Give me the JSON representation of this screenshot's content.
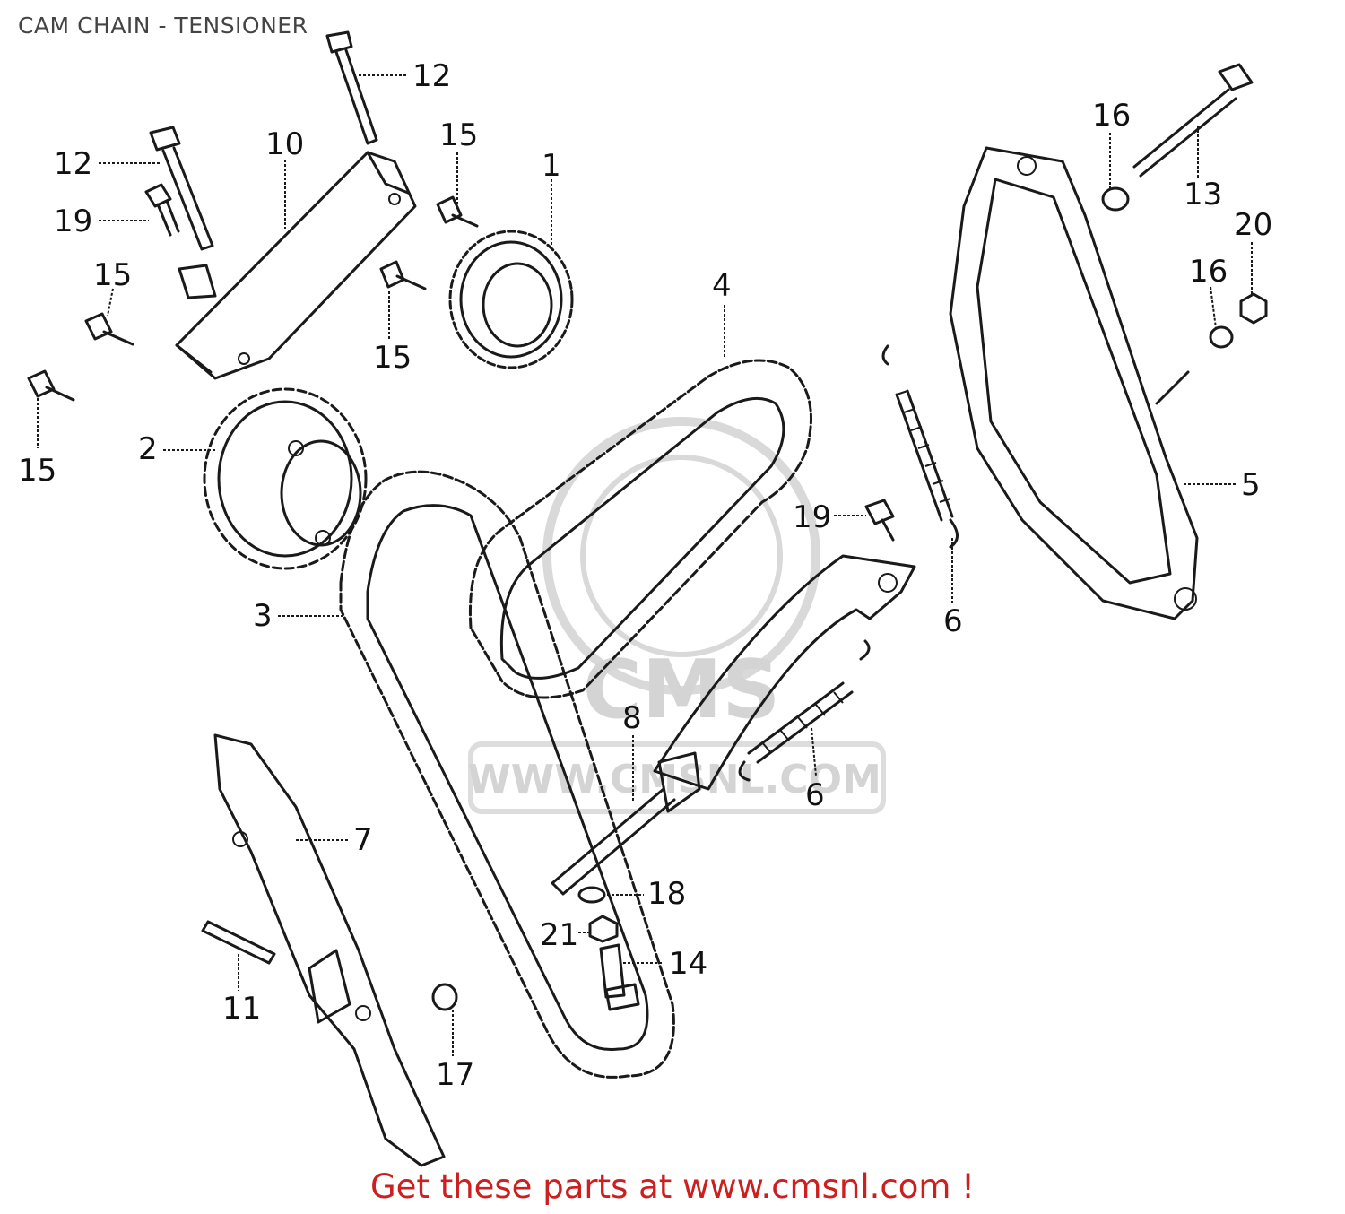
{
  "title": "CAM CHAIN - TENSIONER",
  "footer": {
    "link_text": "Get these parts at www.cmsnl.com !"
  },
  "watermark": {
    "brand": "CMS",
    "url": "WWW.CMSNL.COM"
  },
  "callouts": {
    "c1": "1",
    "c2": "2",
    "c3": "3",
    "c4": "4",
    "c5": "5",
    "c6a": "6",
    "c6b": "6",
    "c7": "7",
    "c8": "8",
    "c10": "10",
    "c11": "11",
    "c12a": "12",
    "c12b": "12",
    "c13": "13",
    "c14": "14",
    "c15a": "15",
    "c15b": "15",
    "c15c": "15",
    "c15d": "15",
    "c16a": "16",
    "c16b": "16",
    "c17": "17",
    "c18": "18",
    "c19a": "19",
    "c19b": "19",
    "c20": "20",
    "c21": "21"
  },
  "colors": {
    "line": "#1a1a1a",
    "footer": "#cc1f1f",
    "watermark": "#d4d4d4",
    "title": "#444444"
  }
}
